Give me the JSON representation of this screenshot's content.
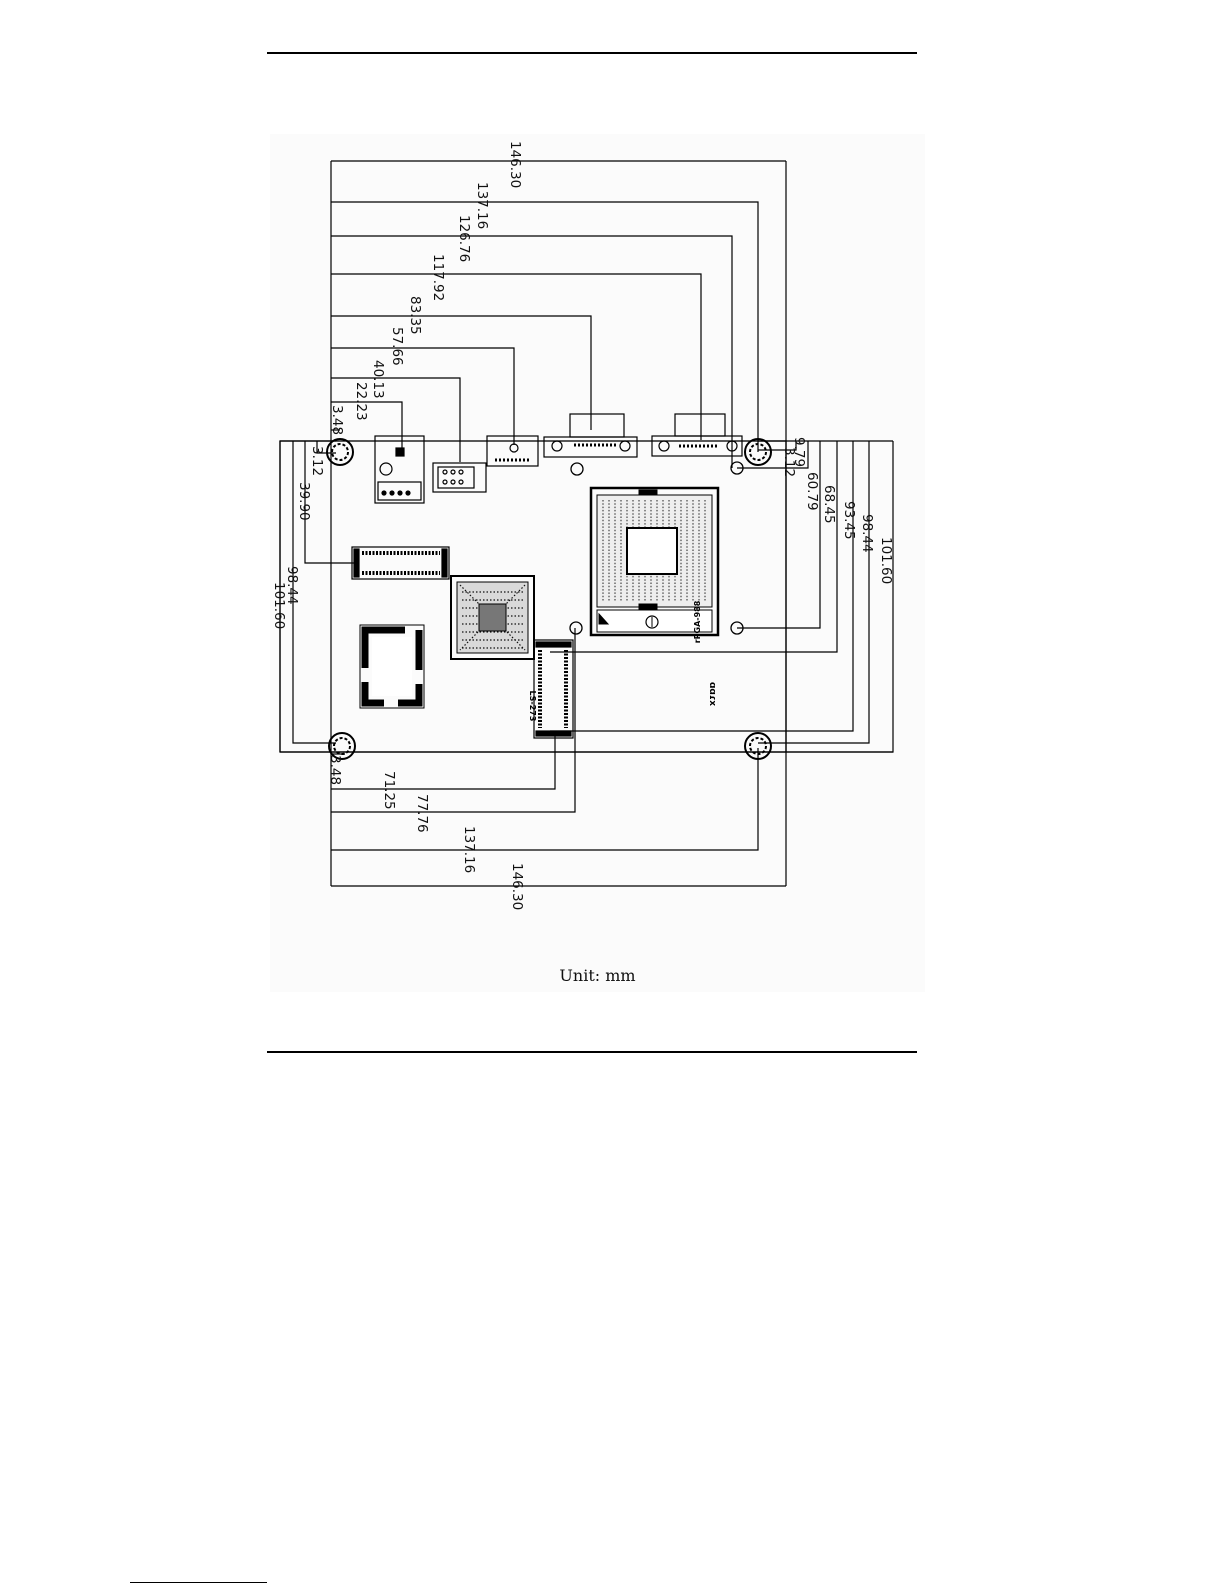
{
  "caption": "Unit: mm",
  "board_label_socket": "rPGA-988",
  "board_label_mark": "ɑɑɾх",
  "board_label_slot": "LS-273",
  "dimensions": {
    "top": [
      "146.30",
      "137.16",
      "126.76",
      "117.92",
      "83.35",
      "57.66",
      "40.13",
      "22.23",
      "3.48"
    ],
    "bottom": [
      "3.48",
      "71.25",
      "77.76",
      "137.16",
      "146.30"
    ],
    "left": [
      "3.12",
      "39.90",
      "98.44",
      "101.60"
    ],
    "right": [
      "9.79",
      "3.12",
      "60.79",
      "68.45",
      "93.45",
      "98.44",
      "101.60"
    ]
  }
}
